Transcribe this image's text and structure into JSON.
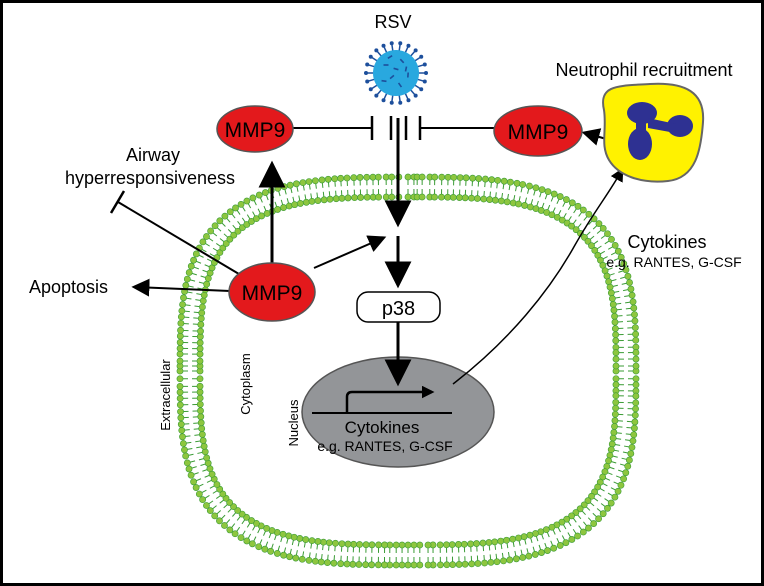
{
  "labels": {
    "rsv": "RSV",
    "neutrophil": "Neutrophil recruitment",
    "mmp9_left": "MMP9",
    "mmp9_right": "MMP9",
    "mmp9_center": "MMP9",
    "airway_line1": "Airway",
    "airway_line2": "hyperresponsiveness",
    "apoptosis": "Apoptosis",
    "p38": "p38",
    "cytokines_out": "Cytokines",
    "cytokines_out_eg": "e.g. RANTES, G-CSF",
    "cytokines_nuc": "Cytokines",
    "cytokines_nuc_eg": "e.g. RANTES, G-CSF",
    "nucleus": "Nucleus",
    "extracellular": "Extracellular",
    "cytoplasm": "Cytoplasm"
  },
  "colors": {
    "mmp9_fill": "#e3191c",
    "virus": "#29a8df",
    "virus_spike": "#1d4f9c",
    "membrane_head": "#8dc63f",
    "membrane_tail": "#3a9b35",
    "nucleus_fill": "#939598",
    "neutrophil_fill": "#fff200",
    "neutrophil_nucleus": "#2e3192"
  }
}
